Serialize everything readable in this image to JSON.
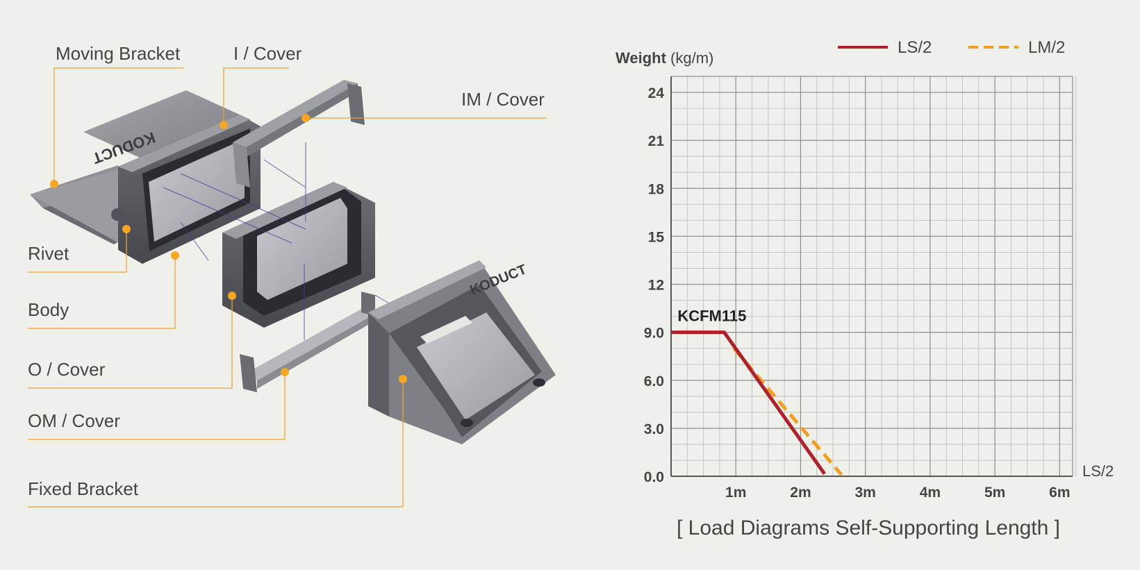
{
  "parts": {
    "moving_bracket": "Moving Bracket",
    "i_cover": "I / Cover",
    "im_cover": "IM / Cover",
    "rivet": "Rivet",
    "body": "Body",
    "o_cover": "O / Cover",
    "om_cover": "OM / Cover",
    "fixed_bracket": "Fixed Bracket"
  },
  "product": {
    "logo_text": "KODUCT",
    "model_label": "KCFM115"
  },
  "colors": {
    "leader": "#f0a030",
    "dot": "#f5a623",
    "ls_line": "#b0202a",
    "lm_line": "#f0a020",
    "grid_minor": "#c4c4c0",
    "grid_major": "#8c8c88",
    "part_dark": "#5a5c62",
    "part_mid": "#8a8c92",
    "part_light": "#b0b2b8"
  },
  "chart_data": {
    "type": "line",
    "title": "[ Load Diagrams Self-Supporting Length ]",
    "ylabel_bold": "Weight",
    "ylabel_unit": "(kg/m)",
    "xlabel": "LS/2",
    "x_ticks": [
      {
        "value": 1,
        "label": "1m"
      },
      {
        "value": 2,
        "label": "2m"
      },
      {
        "value": 3,
        "label": "3m"
      },
      {
        "value": 4,
        "label": "4m"
      },
      {
        "value": 5,
        "label": "5m"
      },
      {
        "value": 6,
        "label": "6m"
      }
    ],
    "y_ticks": [
      {
        "value": 0,
        "label": "0.0"
      },
      {
        "value": 3,
        "label": "3.0"
      },
      {
        "value": 6,
        "label": "6.0"
      },
      {
        "value": 9,
        "label": "9.0"
      },
      {
        "value": 12,
        "label": "12"
      },
      {
        "value": 15,
        "label": "15"
      },
      {
        "value": 18,
        "label": "18"
      },
      {
        "value": 21,
        "label": "21"
      },
      {
        "value": 24,
        "label": "24"
      }
    ],
    "xlim": [
      0,
      6.2
    ],
    "ylim": [
      0,
      25
    ],
    "grid": true,
    "legend_position": "top",
    "annotation": {
      "text": "KCFM115",
      "x": 0.1,
      "y": 9.7
    },
    "series": [
      {
        "name": "LS/2",
        "style": "solid",
        "points": [
          [
            0,
            9.0
          ],
          [
            0.82,
            9.0
          ],
          [
            2.37,
            0.15
          ]
        ]
      },
      {
        "name": "LM/2",
        "style": "dashed",
        "points": [
          [
            0.97,
            8.0
          ],
          [
            2.63,
            0.1
          ]
        ]
      }
    ]
  }
}
